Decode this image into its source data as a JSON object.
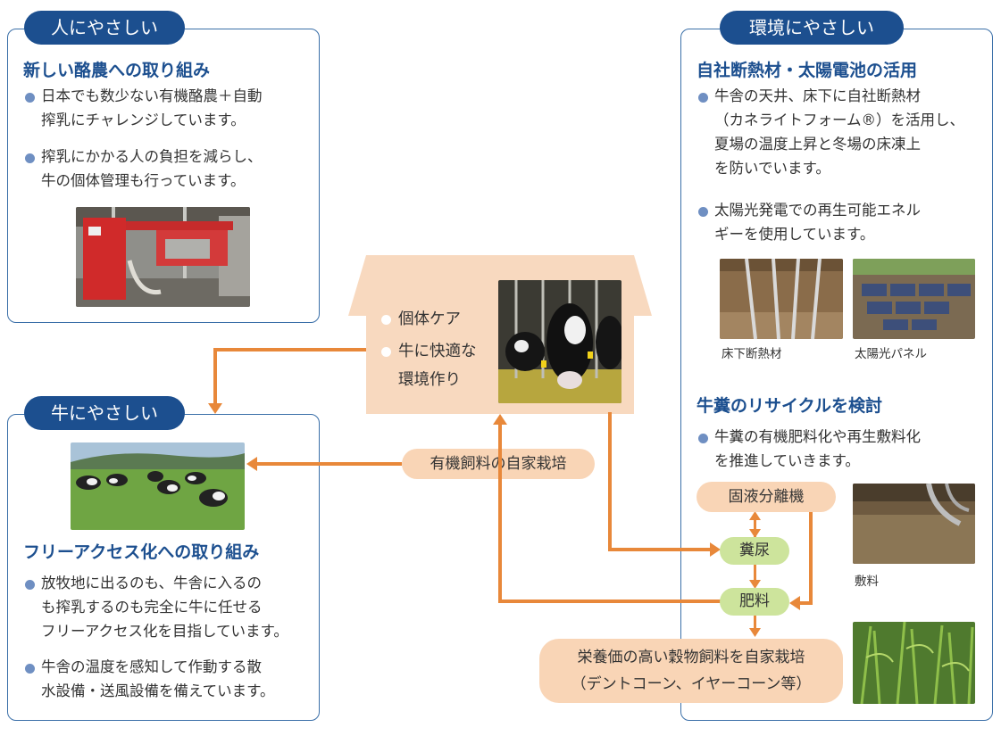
{
  "left_top": {
    "tab": "人にやさしい",
    "heading": "新しい酪農への取り組み",
    "bullets": [
      "日本でも数少ない有機酪農＋自動\n搾乳にチャレンジしています。",
      "搾乳にかかる人の負担を減らし、\n牛の個体管理も行っています。"
    ]
  },
  "left_bottom": {
    "tab": "牛にやさしい",
    "heading": "フリーアクセス化への取り組み",
    "bullets": [
      "放牧地に出るのも、牛舎に入るの\nも搾乳するのも完全に牛に任せる\nフリーアクセス化を目指しています。",
      "牛舎の温度を感知して作動する散\n水設備・送風設備を備えています。"
    ]
  },
  "house": {
    "items": [
      "個体ケア",
      "牛に快適な\n環境作り"
    ]
  },
  "flow": {
    "feed_label": "有機飼料の自家栽培",
    "separator": "固液分離機",
    "manure": "糞尿",
    "fertilizer": "肥料",
    "grain_line1": "栄養価の高い穀物飼料を自家栽培",
    "grain_line2": "（デントコーン、イヤーコーン等）"
  },
  "right": {
    "tab": "環境にやさしい",
    "heading1": "自社断熱材・太陽電池の活用",
    "bullets1": [
      "牛舎の天井、床下に自社断熱材\n（カネライトフォーム®）を活用し、\n夏場の温度上昇と冬場の床凍上\nを防いでいます。",
      "太陽光発電での再生可能エネル\nギーを使用しています。"
    ],
    "caption_insulation": "床下断熱材",
    "caption_solar": "太陽光パネル",
    "heading2": "牛糞のリサイクルを検討",
    "bullets2": [
      "牛糞の有機肥料化や再生敷料化\nを推進していきます。"
    ],
    "caption_bedding": "敷料"
  },
  "colors": {
    "navy": "#1c4f8f",
    "orange": "#e8883a",
    "peach": "#f9d5b6",
    "green": "#cde49c",
    "house": "#f8d9bf"
  }
}
